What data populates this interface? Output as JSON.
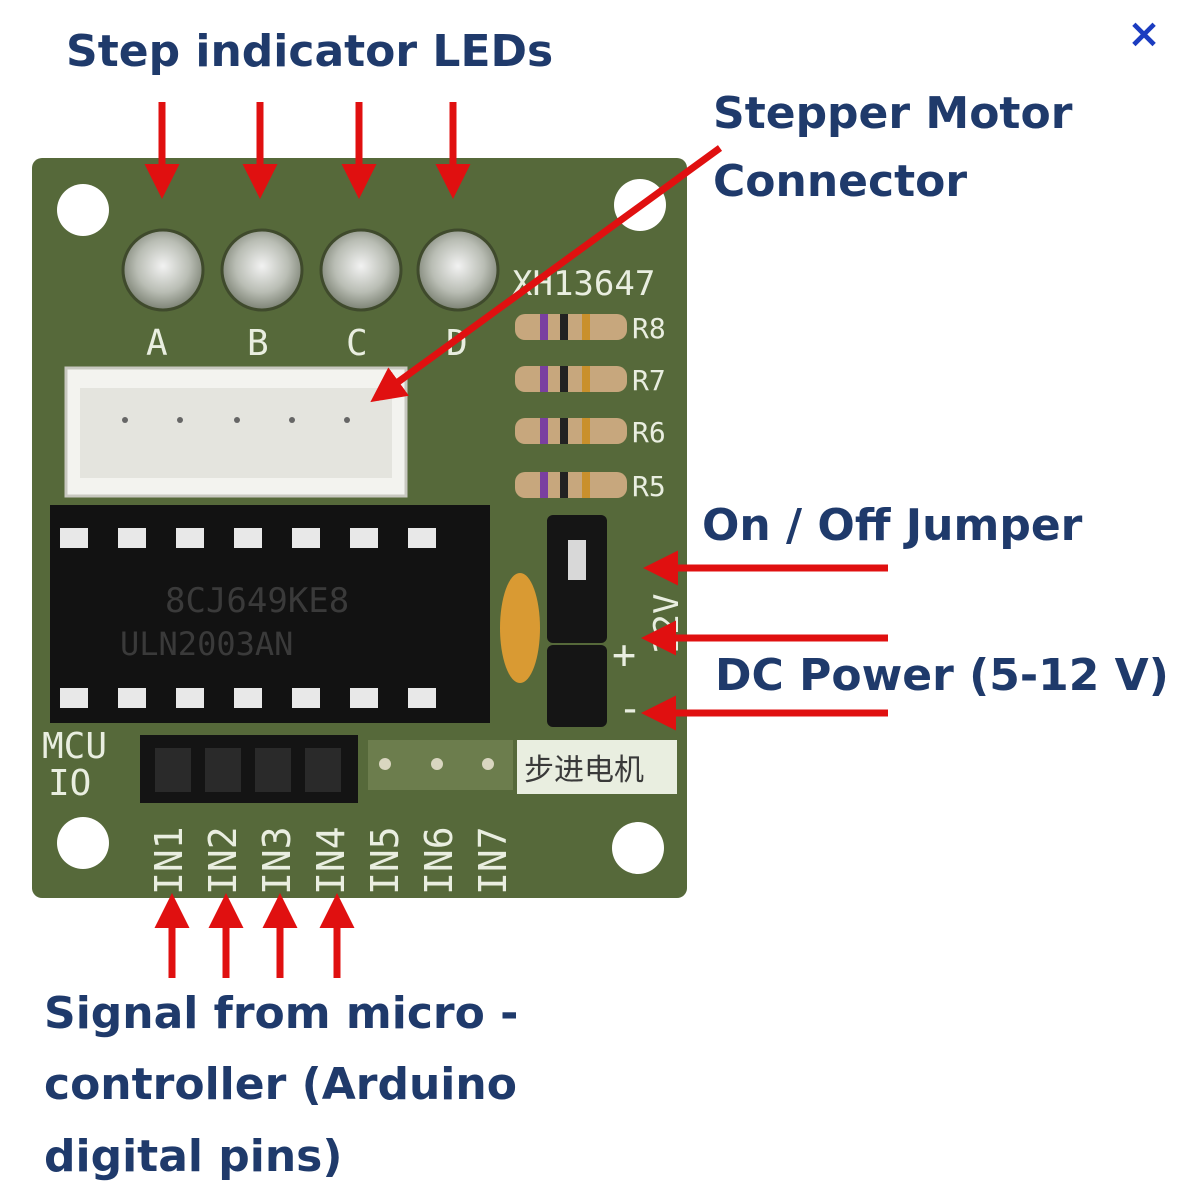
{
  "labels": {
    "step_leds": "Step indicator LEDs",
    "motor_connector_line1": "Stepper Motor",
    "motor_connector_line2": "Connector",
    "jumper": "On / Off Jumper",
    "dc_power": "DC Power (5-12 V)",
    "signal_line1": "Signal from micro -",
    "signal_line2": "controller (Arduino",
    "signal_line3": "digital pins)"
  },
  "close_glyph": "×",
  "board": {
    "led_letters": [
      "A",
      "B",
      "C",
      "D"
    ],
    "part_number": "XH13647",
    "resistors": [
      "R8",
      "R7",
      "R6",
      "R5"
    ],
    "chip_line1": "8CJ649KE8",
    "chip_line2": "ULN2003AN",
    "mcu_label_1": "MCU",
    "mcu_label_2": "IO",
    "input_pins": [
      "IN1",
      "IN2",
      "IN3",
      "IN4",
      "IN5",
      "IN6",
      "IN7"
    ],
    "chinese_label": "步进电机",
    "power_plus": "+",
    "power_minus": "-",
    "power_voltage": "12V"
  },
  "colors": {
    "label_text": "#1f3a6b",
    "arrow": "#e01010",
    "board": "#56693a",
    "close": "#1b3cc0"
  }
}
